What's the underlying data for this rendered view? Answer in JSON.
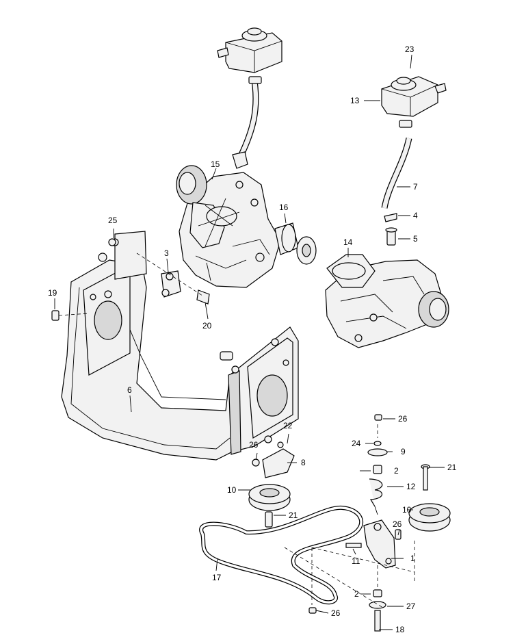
{
  "diagram": {
    "callouts": [
      {
        "id": "c1",
        "label": "1"
      },
      {
        "id": "c2a",
        "label": "2"
      },
      {
        "id": "c2b",
        "label": "2"
      },
      {
        "id": "c3",
        "label": "3"
      },
      {
        "id": "c4",
        "label": "4"
      },
      {
        "id": "c5",
        "label": "5"
      },
      {
        "id": "c6",
        "label": "6"
      },
      {
        "id": "c7",
        "label": "7"
      },
      {
        "id": "c8",
        "label": "8"
      },
      {
        "id": "c9",
        "label": "9"
      },
      {
        "id": "c10a",
        "label": "10"
      },
      {
        "id": "c10b",
        "label": "10"
      },
      {
        "id": "c11",
        "label": "11"
      },
      {
        "id": "c12",
        "label": "12"
      },
      {
        "id": "c13",
        "label": "13"
      },
      {
        "id": "c14",
        "label": "14"
      },
      {
        "id": "c15",
        "label": "15"
      },
      {
        "id": "c16",
        "label": "16"
      },
      {
        "id": "c17",
        "label": "17"
      },
      {
        "id": "c18",
        "label": "18"
      },
      {
        "id": "c19",
        "label": "19"
      },
      {
        "id": "c20",
        "label": "20"
      },
      {
        "id": "c21a",
        "label": "21"
      },
      {
        "id": "c21b",
        "label": "21"
      },
      {
        "id": "c22",
        "label": "22"
      },
      {
        "id": "c23",
        "label": "23"
      },
      {
        "id": "c24",
        "label": "24"
      },
      {
        "id": "c25",
        "label": "25"
      },
      {
        "id": "c26a",
        "label": "26"
      },
      {
        "id": "c26b",
        "label": "26"
      },
      {
        "id": "c26c",
        "label": "26"
      },
      {
        "id": "c26d",
        "label": "26"
      },
      {
        "id": "c27",
        "label": "27"
      }
    ]
  }
}
